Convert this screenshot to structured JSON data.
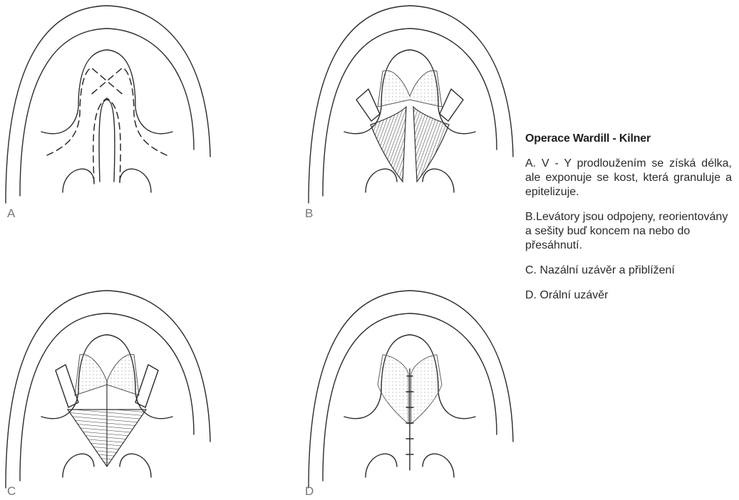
{
  "panels": [
    {
      "id": "A",
      "label": "A"
    },
    {
      "id": "B",
      "label": "B"
    },
    {
      "id": "C",
      "label": "C"
    },
    {
      "id": "D",
      "label": "D"
    }
  ],
  "legend": {
    "title": "Operace Wardill - Kilner",
    "items": [
      "A. V - Y prodloužením se získá délka, ale exponuje se kost, která granuluje a epitelizuje.",
      "B.Levátory jsou odpojeny, reorientovány a sešity buď koncem na nebo do přesáhnutí.",
      "C.  Nazální uzávěr a přiblížení",
      "D. Orální uzávěr"
    ]
  }
}
